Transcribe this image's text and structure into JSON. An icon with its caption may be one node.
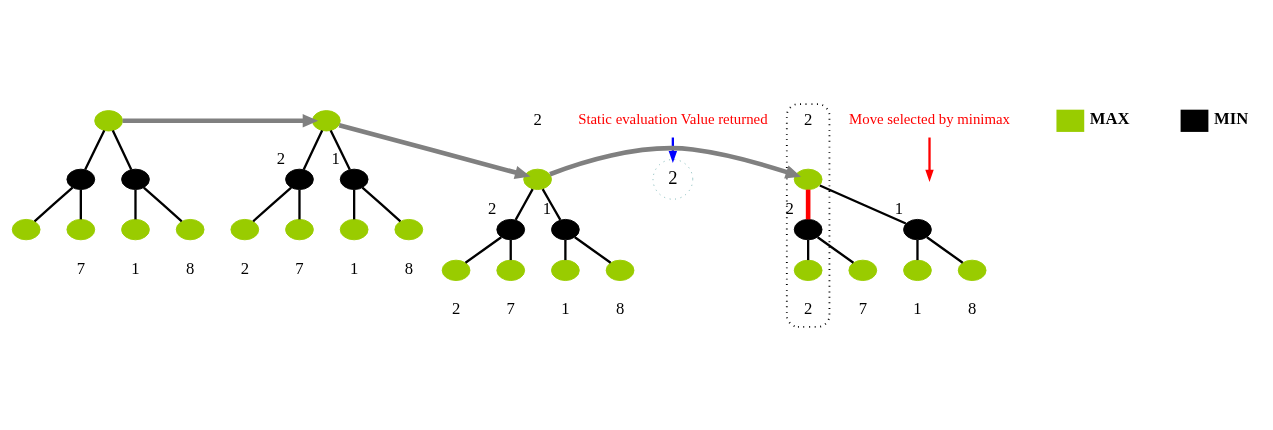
{
  "diagram": {
    "nodes": [
      {
        "text": [],
        "shape": "circle"
      },
      {
        "text": [],
        "shape": "circle"
      },
      {
        "text": [],
        "shape": "circle"
      },
      {
        "text": [],
        "shape": "circle"
      },
      {
        "text": [],
        "shape": "circle",
        "beside": [
          "7"
        ]
      },
      {
        "text": [],
        "shape": "circle",
        "beside": [
          "1"
        ]
      },
      {
        "text": [],
        "shape": "circle",
        "beside": [
          "8"
        ]
      },
      {
        "text": [
          "2"
        ]
      },
      {
        "text": [
          "Static evaluation Value returned"
        ]
      },
      {
        "text": [],
        "shape": "circle"
      },
      {
        "text": [],
        "shape": "circle",
        "beside": [
          "2"
        ]
      },
      {
        "text": [],
        "shape": "circle",
        "beside": [
          "1"
        ]
      },
      {
        "text": [],
        "shape": "circle",
        "beside": [
          "2"
        ]
      },
      {
        "text": [],
        "shape": "circle",
        "beside": [
          "7"
        ]
      },
      {
        "text": [],
        "shape": "circle",
        "beside": [
          "1"
        ]
      },
      {
        "text": [],
        "shape": "circle",
        "beside": [
          "8"
        ]
      },
      {
        "text": [],
        "shape": "circle",
        "beside": [
          "2"
        ]
      },
      {
        "text": [],
        "shape": "circle",
        "beside": [
          "2"
        ]
      },
      {
        "text": [],
        "shape": "circle",
        "beside": [
          "1"
        ]
      },
      {
        "text": [],
        "shape": "circle",
        "beside": [
          "2"
        ]
      },
      {
        "text": [],
        "shape": "circle",
        "beside": [
          "7"
        ]
      },
      {
        "text": [],
        "shape": "circle",
        "beside": [
          "1"
        ]
      },
      {
        "text": [],
        "shape": "circle",
        "beside": [
          "8"
        ]
      },
      {
        "text": [],
        "shape": "cloud"
      },
      {
        "text": [],
        "shape": "circle",
        "beside": [
          "2"
        ],
        "in": 23
      },
      {
        "text": [],
        "shape": "circle",
        "beside": [
          "2"
        ],
        "in": 23
      },
      {
        "text": [],
        "shape": "circle",
        "beside": [
          "1"
        ]
      },
      {
        "text": [],
        "shape": "circle",
        "beside": [
          "2"
        ],
        "in": 23
      },
      {
        "text": [],
        "shape": "circle",
        "beside": [
          "7"
        ]
      },
      {
        "text": [],
        "shape": "circle",
        "beside": [
          "1"
        ]
      },
      {
        "text": [],
        "shape": "circle",
        "beside": [
          "8"
        ]
      },
      {
        "text": [
          "Move selected by minimax"
        ]
      }
    ],
    "edges": [
      {
        "from": 0,
        "to": 1,
        "arrow": "none"
      },
      {
        "from": 0,
        "to": 2,
        "arrow": "none"
      },
      {
        "from": 1,
        "to": 3,
        "arrow": "none"
      },
      {
        "from": 1,
        "to": 4,
        "arrow": "none"
      },
      {
        "from": 2,
        "to": 5,
        "arrow": "none"
      },
      {
        "from": 2,
        "to": 6,
        "arrow": "none"
      },
      {
        "from": 8,
        "to": 7,
        "arrow": "to",
        "color": "#0000ff"
      },
      {
        "from": 0,
        "to": 9,
        "arrow": "to",
        "style": "thick",
        "color": "#808080"
      },
      {
        "from": 9,
        "to": 10,
        "arrow": "none"
      },
      {
        "from": 9,
        "to": 11,
        "arrow": "none"
      },
      {
        "from": 10,
        "to": 12,
        "arrow": "none"
      },
      {
        "from": 10,
        "to": 13,
        "arrow": "none"
      },
      {
        "from": 11,
        "to": 14,
        "arrow": "none"
      },
      {
        "from": 11,
        "to": 15,
        "arrow": "none"
      },
      {
        "from": 9,
        "to": 16,
        "arrow": "to",
        "style": "thick",
        "color": "#808080"
      },
      {
        "from": 16,
        "to": 17,
        "arrow": "none"
      },
      {
        "from": 16,
        "to": 18,
        "arrow": "none"
      },
      {
        "from": 17,
        "to": 19,
        "arrow": "none"
      },
      {
        "from": 17,
        "to": 20,
        "arrow": "none"
      },
      {
        "from": 18,
        "to": 21,
        "arrow": "none"
      },
      {
        "from": 18,
        "to": 22,
        "arrow": "none"
      },
      {
        "from": 16,
        "to": 24,
        "arrow": "to",
        "style": "thick",
        "color": "#808080"
      },
      {
        "from": 24,
        "to": 25,
        "arrow": "none",
        "style": "thick",
        "color": "#ff0000"
      },
      {
        "from": 24,
        "to": 26,
        "arrow": "none"
      },
      {
        "from": 25,
        "to": 27,
        "arrow": "none"
      },
      {
        "from": 25,
        "to": 28,
        "arrow": "none"
      },
      {
        "from": 26,
        "to": 29,
        "arrow": "none"
      },
      {
        "from": 26,
        "to": 30,
        "arrow": "none"
      },
      {
        "from": 31,
        "to": null,
        "arrow": "to",
        "color": "#ff0000"
      }
    ],
    "legend": [
      {
        "text": "MAX",
        "color": "#99cc00"
      },
      {
        "text": "MIN",
        "color": "#000000"
      }
    ]
  }
}
